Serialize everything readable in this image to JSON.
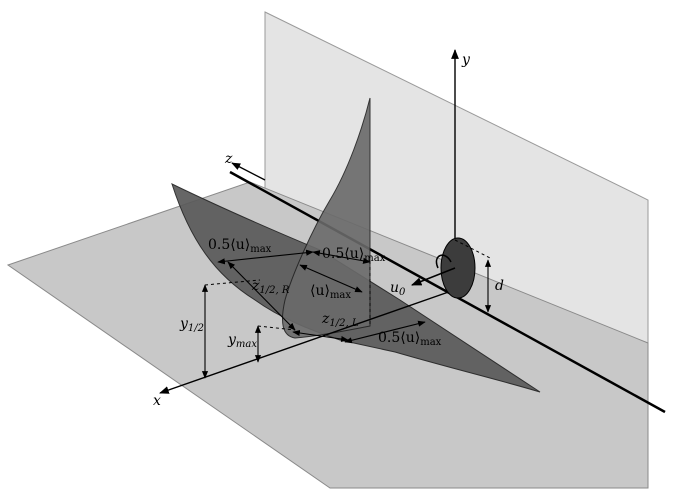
{
  "diagram": {
    "axes": {
      "x": "x",
      "y": "y",
      "z": "z"
    },
    "labels": {
      "half_max_left": "0.5⟨u⟩",
      "half_max_right_top": "0.5⟨u⟩",
      "half_max_bottom": "0.5⟨u⟩",
      "max_sub": "max",
      "u_max": "⟨u⟩",
      "z_half_R_main": "z",
      "z_half_R_sub": "1/2, R",
      "z_half_L_main": "z",
      "z_half_L_sub": "1/2, L",
      "y_half_main": "y",
      "y_half_sub": "1/2",
      "y_max_main": "y",
      "y_max_sub": "max",
      "u0_main": "u",
      "u0_sub": "0",
      "d": "d"
    },
    "colors": {
      "floor": "#c8c8c8",
      "wall": "#e4e4e4",
      "profile": "#5a5a5a",
      "jet_disk": "#3c3c3c",
      "line": "#000000"
    }
  }
}
